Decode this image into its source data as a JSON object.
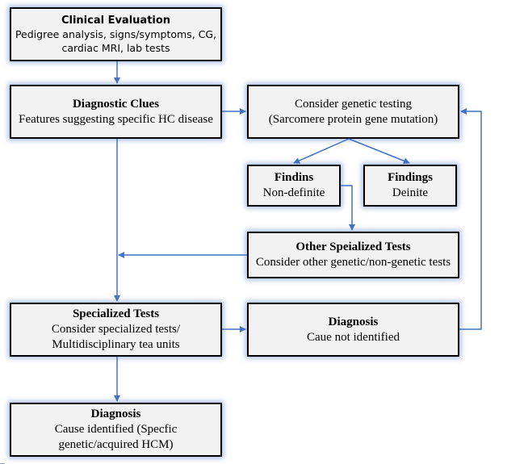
{
  "colors": {
    "arrow": "#4472c4",
    "box_fill": "#f2f2f2",
    "box_border": "#000000",
    "glow": "#8faadc"
  },
  "boxes": {
    "clinical_evaluation": {
      "title": "Clinical Evaluation",
      "lines": [
        "Pedigree analysis, signs/symptoms, CG,",
        "cardiac MRI, lab tests"
      ]
    },
    "diagnostic_clues": {
      "title": "Diagnostic Clues",
      "lines": [
        "Features suggesting specific HC disease"
      ]
    },
    "consider_genetic_testing": {
      "lines": [
        "Consider genetic testing",
        "(Sarcomere protein gene mutation)"
      ]
    },
    "findins": {
      "title": "Findins",
      "lines": [
        "Non-definite"
      ]
    },
    "findings": {
      "title": "Findings",
      "lines": [
        "Deinite"
      ]
    },
    "other_specialized_tests": {
      "title": "Other Speialized Tests",
      "lines": [
        "Consider other genetic/non-genetic tests"
      ]
    },
    "specialized_tests": {
      "title": "Specialized Tests",
      "lines": [
        "Consider specialized tests/",
        "Multidisciplinary tea units"
      ]
    },
    "diagnosis_not_identified": {
      "title": "Diagnosis",
      "lines": [
        "Caue not identified"
      ]
    },
    "diagnosis_identified": {
      "title": "Diagnosis",
      "lines": [
        "Cause identified (Specfic",
        "genetic/acquired HCM)"
      ]
    }
  }
}
